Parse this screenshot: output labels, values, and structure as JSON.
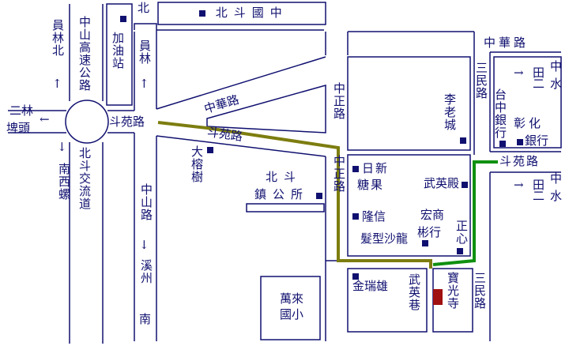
{
  "colors": {
    "road": "#101070",
    "text": "#101070",
    "route_olive": "#7d7d10",
    "route_green": "#109010",
    "temple": "#a01010"
  },
  "labels": {
    "top_bei": "北",
    "beidou_middle": "北斗國中",
    "gas_station": "加油站",
    "zhongshan_freeway": "中山高速公路",
    "yuanlin_bei": "員林北",
    "yuanlin": "員林",
    "erlin_line1": "二林",
    "erlin_line2": "埤頭",
    "douyuan_left": "斗苑路",
    "zhonghua_left": "中華路",
    "douyuan_mid": "斗苑路",
    "big_banyan": "大榕樹",
    "beidou_interchange": "北斗交流道",
    "nan_xiluo": "南西螺",
    "zhongshan_road": "中山路",
    "xizhou": "溪州",
    "south": "南",
    "zhongzheng_top": "中正路",
    "zhongzheng_bottom": "中正路",
    "town_office_line1": "北斗",
    "town_office_line2": "鎮公所",
    "rixin_line1": "日新",
    "rixin_line2": "糖果",
    "wuying_hall": "武英殿",
    "longxin_line1": "隆信",
    "longxin_line2": "髮型沙龍",
    "hongshang": "宏商彬行",
    "zhengxin": "正心",
    "li_lao_city": "李老城",
    "sanmin_top": "三民路",
    "sanmin_bottom": "三民路",
    "zhonghua_right": "中華路",
    "to_tian_zhong_top_a": "田",
    "to_tian_zhong_top_b": "中",
    "to_tian_zhong_top_c": "二",
    "to_tian_zhong_top_d": "水",
    "taichung_bank": "台中銀行",
    "changhua_bank_a": "彰化",
    "changhua_bank_b": "銀行",
    "douyuan_right": "斗苑路",
    "to_tian_zhong_bottom_a": "田",
    "to_tian_zhong_bottom_b": "中",
    "to_tian_zhong_bottom_c": "二",
    "to_tian_zhong_bottom_d": "水",
    "jin_ruixiong": "金瑞雄",
    "wuying_alley": "武英巷",
    "wanlai_line1": "萬來",
    "wanlai_line2": "國小",
    "baoguang_temple": "寶光寺"
  },
  "arrows": {
    "up": "↑",
    "down": "↓",
    "left": "←",
    "right": "→"
  }
}
